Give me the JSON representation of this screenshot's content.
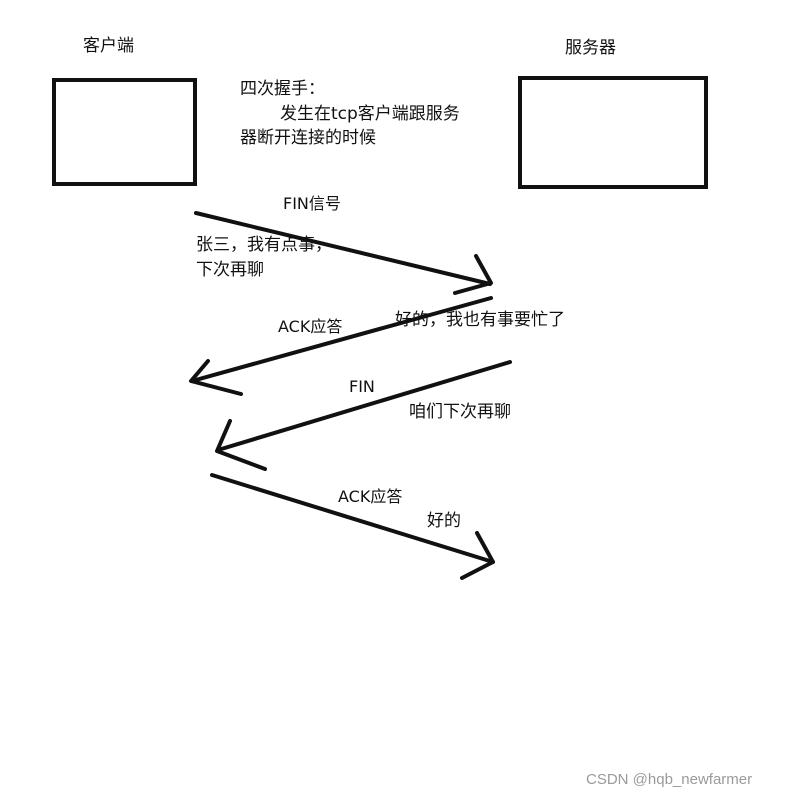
{
  "client": {
    "label": "客户端"
  },
  "server": {
    "label": "服务器"
  },
  "note": {
    "title": "四次握手：",
    "line1": "发生在tcp客户端跟服务",
    "line2": "器断开连接的时候"
  },
  "steps": [
    {
      "signal": "FIN信号",
      "message_line1": "张三，我有点事，",
      "message_line2": "下次再聊"
    },
    {
      "signal": "ACK应答",
      "message": "好的，我也有事要忙了"
    },
    {
      "signal": "FIN",
      "message": "咱们下次再聊"
    },
    {
      "signal": "ACK应答",
      "message": "好的"
    }
  ],
  "watermark": "CSDN @hqb_newfarmer",
  "colors": {
    "stroke": "#111111",
    "text": "#111111",
    "watermark": "#9a9a9a"
  }
}
